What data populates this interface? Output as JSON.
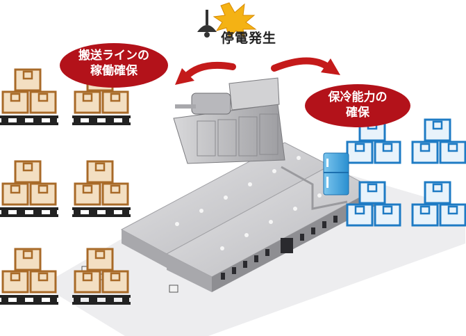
{
  "outage": {
    "text": "停電発生"
  },
  "callouts": {
    "conveyor": {
      "line1": "搬送ラインの",
      "line2": "稼働確保"
    },
    "cold_storage": {
      "line1": "保冷能力の",
      "line2": "確保"
    }
  },
  "colors": {
    "bubble_red": "#b3121a",
    "arrow_red": "#c41a1a",
    "box_brown": "#a86a28",
    "box_fill": "#f3dfc2",
    "box_blue": "#1e7bc4",
    "box_blue_fill": "#e8f3fb",
    "pallet": "#222222",
    "roof": "#cfcfd2",
    "wall": "#9a9a9e",
    "floor": "#ededef",
    "burst": "#f4b214"
  },
  "icons": [
    "ceiling-lamp-icon",
    "explosion-burst-icon",
    "cardboard-box-icon",
    "pallet-icon",
    "refrigerator-icon",
    "generator-icon",
    "warehouse-icon",
    "forklift-icon"
  ]
}
